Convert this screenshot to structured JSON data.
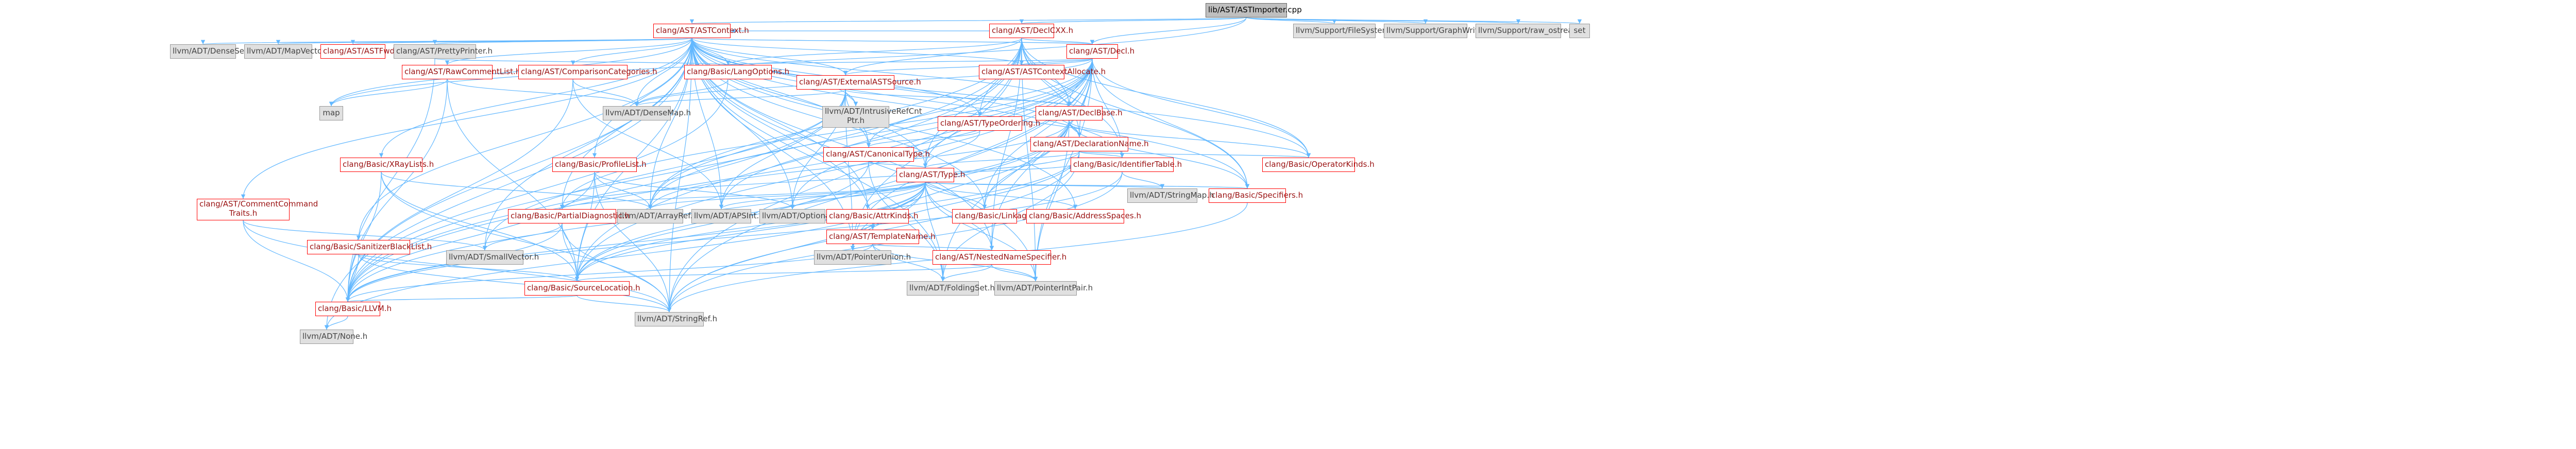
{
  "nodes": {
    "root": {
      "label": "lib/AST/ASTImporter.cpp",
      "kind": "root"
    },
    "ASTContext": {
      "label": "clang/AST/ASTContext.h",
      "kind": "red"
    },
    "DeclCXX": {
      "label": "clang/AST/DeclCXX.h",
      "kind": "red"
    },
    "FileSystem": {
      "label": "llvm/Support/FileSystem.h",
      "kind": "gray"
    },
    "GraphWriter": {
      "label": "llvm/Support/GraphWriter.h",
      "kind": "gray"
    },
    "raw_ostream": {
      "label": "llvm/Support/raw_ostream.h",
      "kind": "gray"
    },
    "set": {
      "label": "set",
      "kind": "gray"
    },
    "DenseSet": {
      "label": "llvm/ADT/DenseSet.h",
      "kind": "gray"
    },
    "MapVector": {
      "label": "llvm/ADT/MapVector.h",
      "kind": "gray"
    },
    "ASTFwd": {
      "label": "clang/AST/ASTFwd.h",
      "kind": "red"
    },
    "PrettyPrinter": {
      "label": "clang/AST/PrettyPrinter.h",
      "kind": "gray"
    },
    "RawCommentList": {
      "label": "clang/AST/RawCommentList.h",
      "kind": "red"
    },
    "ComparisonCategories": {
      "label": "clang/AST/ComparisonCategories.h",
      "kind": "red"
    },
    "LangOptions": {
      "label": "clang/Basic/LangOptions.h",
      "kind": "red"
    },
    "Decl": {
      "label": "clang/AST/Decl.h",
      "kind": "red"
    },
    "ExternalASTSource": {
      "label": "clang/AST/ExternalASTSource.h",
      "kind": "red"
    },
    "ASTContextAllocate": {
      "label": "clang/AST/ASTContextAllocate.h",
      "kind": "red"
    },
    "DeclBase": {
      "label": "clang/AST/DeclBase.h",
      "kind": "red"
    },
    "TypeOrdering": {
      "label": "clang/AST/TypeOrdering.h",
      "kind": "red"
    },
    "IntrusiveRefCntPtr": {
      "label": "llvm/ADT/IntrusiveRefCnt Ptr.h",
      "kind": "gray"
    },
    "DeclarationName": {
      "label": "clang/AST/DeclarationName.h",
      "kind": "red"
    },
    "CanonicalType": {
      "label": "clang/AST/CanonicalType.h",
      "kind": "red"
    },
    "map": {
      "label": "map",
      "kind": "gray"
    },
    "DenseMap": {
      "label": "llvm/ADT/DenseMap.h",
      "kind": "gray"
    },
    "XRayLists": {
      "label": "clang/Basic/XRayLists.h",
      "kind": "red"
    },
    "ProfileList": {
      "label": "clang/Basic/ProfileList.h",
      "kind": "red"
    },
    "CommentCommandTraits": {
      "label": "clang/AST/CommentCommand Traits.h",
      "kind": "red"
    },
    "SanitizerBlacklist": {
      "label": "clang/Basic/SanitizerBlackList.h",
      "kind": "red"
    },
    "PartialDiagnostic": {
      "label": "clang/Basic/PartialDiagnostic.h",
      "kind": "red"
    },
    "AttrKinds": {
      "label": "clang/Basic/AttrKinds.h",
      "kind": "red"
    },
    "Type": {
      "label": "clang/AST/Type.h",
      "kind": "red"
    },
    "IdentifierTable": {
      "label": "clang/Basic/IdentifierTable.h",
      "kind": "red"
    },
    "OperatorKinds": {
      "label": "clang/Basic/OperatorKinds.h",
      "kind": "red"
    },
    "TemplateName": {
      "label": "clang/AST/TemplateName.h",
      "kind": "red"
    },
    "Linkage": {
      "label": "clang/Basic/Linkage.h",
      "kind": "red"
    },
    "AddressSpaces": {
      "label": "clang/Basic/AddressSpaces.h",
      "kind": "red"
    },
    "Specifiers": {
      "label": "clang/Basic/Specifiers.h",
      "kind": "red"
    },
    "StringMap": {
      "label": "llvm/ADT/StringMap.h",
      "kind": "gray"
    },
    "NestedNameSpecifier": {
      "label": "clang/AST/NestedNameSpecifier.h",
      "kind": "red"
    },
    "SmallVector": {
      "label": "llvm/ADT/SmallVector.h",
      "kind": "gray"
    },
    "PointerUnion": {
      "label": "llvm/ADT/PointerUnion.h",
      "kind": "gray"
    },
    "ArrayRef": {
      "label": "llvm/ADT/ArrayRef.h",
      "kind": "gray"
    },
    "APSInt": {
      "label": "llvm/ADT/APSInt.h",
      "kind": "gray"
    },
    "Optional": {
      "label": "llvm/ADT/Optional.h",
      "kind": "gray"
    },
    "SourceLocation": {
      "label": "clang/Basic/SourceLocation.h",
      "kind": "red"
    },
    "FoldingSet": {
      "label": "llvm/ADT/FoldingSet.h",
      "kind": "gray"
    },
    "PointerIntPair": {
      "label": "llvm/ADT/PointerIntPair.h",
      "kind": "gray"
    },
    "LLVM": {
      "label": "clang/Basic/LLVM.h",
      "kind": "red"
    },
    "StringRef": {
      "label": "llvm/ADT/StringRef.h",
      "kind": "gray"
    },
    "None": {
      "label": "llvm/ADT/None.h",
      "kind": "gray"
    }
  },
  "edges": [
    [
      "root",
      "ASTContext"
    ],
    [
      "root",
      "DeclCXX"
    ],
    [
      "root",
      "FileSystem"
    ],
    [
      "root",
      "GraphWriter"
    ],
    [
      "root",
      "raw_ostream"
    ],
    [
      "root",
      "set"
    ],
    [
      "root",
      "Decl"
    ],
    [
      "root",
      "map"
    ],
    [
      "ASTContext",
      "DenseSet"
    ],
    [
      "ASTContext",
      "MapVector"
    ],
    [
      "ASTContext",
      "ASTFwd"
    ],
    [
      "ASTContext",
      "PrettyPrinter"
    ],
    [
      "ASTContext",
      "RawCommentList"
    ],
    [
      "ASTContext",
      "ComparisonCategories"
    ],
    [
      "ASTContext",
      "LangOptions"
    ],
    [
      "ASTContext",
      "Decl"
    ],
    [
      "ASTContext",
      "ExternalASTSource"
    ],
    [
      "ASTContext",
      "ASTContextAllocate"
    ],
    [
      "ASTContext",
      "DeclBase"
    ],
    [
      "ASTContext",
      "TypeOrdering"
    ],
    [
      "ASTContext",
      "IntrusiveRefCntPtr"
    ],
    [
      "ASTContext",
      "DeclarationName"
    ],
    [
      "ASTContext",
      "CanonicalType"
    ],
    [
      "ASTContext",
      "map"
    ],
    [
      "ASTContext",
      "DenseMap"
    ],
    [
      "ASTContext",
      "XRayLists"
    ],
    [
      "ASTContext",
      "ProfileList"
    ],
    [
      "ASTContext",
      "CommentCommandTraits"
    ],
    [
      "ASTContext",
      "SanitizerBlacklist"
    ],
    [
      "ASTContext",
      "PartialDiagnostic"
    ],
    [
      "ASTContext",
      "AttrKinds"
    ],
    [
      "ASTContext",
      "Type"
    ],
    [
      "ASTContext",
      "IdentifierTable"
    ],
    [
      "ASTContext",
      "OperatorKinds"
    ],
    [
      "ASTContext",
      "TemplateName"
    ],
    [
      "ASTContext",
      "Linkage"
    ],
    [
      "ASTContext",
      "AddressSpaces"
    ],
    [
      "ASTContext",
      "Specifiers"
    ],
    [
      "ASTContext",
      "NestedNameSpecifier"
    ],
    [
      "ASTContext",
      "SmallVector"
    ],
    [
      "ASTContext",
      "PointerUnion"
    ],
    [
      "ASTContext",
      "ArrayRef"
    ],
    [
      "ASTContext",
      "APSInt"
    ],
    [
      "ASTContext",
      "Optional"
    ],
    [
      "ASTContext",
      "SourceLocation"
    ],
    [
      "ASTContext",
      "FoldingSet"
    ],
    [
      "ASTContext",
      "PointerIntPair"
    ],
    [
      "ASTContext",
      "LLVM"
    ],
    [
      "ASTContext",
      "StringRef"
    ],
    [
      "ASTContext",
      "None"
    ],
    [
      "DeclCXX",
      "Decl"
    ],
    [
      "DeclCXX",
      "DeclBase"
    ],
    [
      "DeclCXX",
      "ASTContext"
    ],
    [
      "DeclCXX",
      "TypeOrdering"
    ],
    [
      "DeclCXX",
      "ExternalASTSource"
    ],
    [
      "DeclCXX",
      "DeclarationName"
    ],
    [
      "DeclCXX",
      "Type"
    ],
    [
      "DeclCXX",
      "NestedNameSpecifier"
    ],
    [
      "DeclCXX",
      "LLVM"
    ],
    [
      "DeclCXX",
      "SourceLocation"
    ],
    [
      "DeclCXX",
      "LangOptions"
    ],
    [
      "DeclCXX",
      "Specifiers"
    ],
    [
      "DeclCXX",
      "OperatorKinds"
    ],
    [
      "DeclCXX",
      "IdentifierTable"
    ],
    [
      "DeclCXX",
      "ArrayRef"
    ],
    [
      "DeclCXX",
      "PointerIntPair"
    ],
    [
      "DeclCXX",
      "PointerUnion"
    ],
    [
      "DeclCXX",
      "StringRef"
    ],
    [
      "Decl",
      "ASTContextAllocate"
    ],
    [
      "Decl",
      "DeclBase"
    ],
    [
      "Decl",
      "DeclarationName"
    ],
    [
      "Decl",
      "ExternalASTSource"
    ],
    [
      "Decl",
      "NestedNameSpecifier"
    ],
    [
      "Decl",
      "Type"
    ],
    [
      "Decl",
      "IdentifierTable"
    ],
    [
      "Decl",
      "LangOptions"
    ],
    [
      "Decl",
      "Linkage"
    ],
    [
      "Decl",
      "OperatorKinds"
    ],
    [
      "Decl",
      "PartialDiagnostic"
    ],
    [
      "Decl",
      "SourceLocation"
    ],
    [
      "Decl",
      "Specifiers"
    ],
    [
      "Decl",
      "ArrayRef"
    ],
    [
      "Decl",
      "APSInt"
    ],
    [
      "Decl",
      "Optional"
    ],
    [
      "Decl",
      "PointerIntPair"
    ],
    [
      "Decl",
      "PointerUnion"
    ],
    [
      "Decl",
      "StringRef"
    ],
    [
      "Decl",
      "LLVM"
    ],
    [
      "Decl",
      "CanonicalType"
    ],
    [
      "Decl",
      "DenseMap"
    ],
    [
      "Decl",
      "FoldingSet"
    ],
    [
      "ExternalASTSource",
      "CanonicalType"
    ],
    [
      "ExternalASTSource",
      "DeclBase"
    ],
    [
      "ExternalASTSource",
      "LLVM"
    ],
    [
      "ExternalASTSource",
      "ArrayRef"
    ],
    [
      "ExternalASTSource",
      "DenseMap"
    ],
    [
      "ExternalASTSource",
      "IntrusiveRefCntPtr"
    ],
    [
      "ExternalASTSource",
      "Optional"
    ],
    [
      "ExternalASTSource",
      "PointerUnion"
    ],
    [
      "ExternalASTSource",
      "SmallVector"
    ],
    [
      "ExternalASTSource",
      "APSInt"
    ],
    [
      "DeclBase",
      "ASTDumperUtils"
    ],
    [
      "DeclBase",
      "DeclarationName"
    ],
    [
      "DeclBase",
      "Specifiers"
    ],
    [
      "DeclBase",
      "LLVM"
    ],
    [
      "DeclBase",
      "SourceLocation"
    ],
    [
      "DeclBase",
      "ArrayRef"
    ],
    [
      "DeclBase",
      "PointerIntPair"
    ],
    [
      "DeclBase",
      "PointerUnion"
    ],
    [
      "DeclBase",
      "OperatorKinds"
    ],
    [
      "DeclBase",
      "Linkage"
    ],
    [
      "TypeOrdering",
      "CanonicalType"
    ],
    [
      "TypeOrdering",
      "Type"
    ],
    [
      "DeclarationName",
      "IdentifierTable"
    ],
    [
      "DeclarationName",
      "Type"
    ],
    [
      "DeclarationName",
      "OperatorKinds"
    ],
    [
      "DeclarationName",
      "PartialDiagnostic"
    ],
    [
      "DeclarationName",
      "SourceLocation"
    ],
    [
      "DeclarationName",
      "FoldingSet"
    ],
    [
      "DeclarationName",
      "PointerUnion"
    ],
    [
      "DeclarationName",
      "StringRef"
    ],
    [
      "CanonicalType",
      "Type"
    ],
    [
      "CanonicalType",
      "SourceLocation"
    ],
    [
      "CanonicalType",
      "FoldingSet"
    ],
    [
      "Type",
      "AttrKinds"
    ],
    [
      "Type",
      "Linkage"
    ],
    [
      "Type",
      "AddressSpaces"
    ],
    [
      "Type",
      "Specifiers"
    ],
    [
      "Type",
      "TemplateName"
    ],
    [
      "Type",
      "NestedNameSpecifier"
    ],
    [
      "Type",
      "PartialDiagnostic"
    ],
    [
      "Type",
      "SourceLocation"
    ],
    [
      "Type",
      "LLVM"
    ],
    [
      "Type",
      "APSInt"
    ],
    [
      "Type",
      "ArrayRef"
    ],
    [
      "Type",
      "Optional"
    ],
    [
      "Type",
      "FoldingSet"
    ],
    [
      "Type",
      "PointerIntPair"
    ],
    [
      "Type",
      "PointerUnion"
    ],
    [
      "Type",
      "StringRef"
    ],
    [
      "Type",
      "None"
    ],
    [
      "Type",
      "StringMap"
    ],
    [
      "Type",
      "IdentifierTable"
    ],
    [
      "TemplateName",
      "NestedNameSpecifier"
    ],
    [
      "TemplateName",
      "LLVM"
    ],
    [
      "TemplateName",
      "FoldingSet"
    ],
    [
      "TemplateName",
      "PointerIntPair"
    ],
    [
      "TemplateName",
      "PointerUnion"
    ],
    [
      "NestedNameSpecifier",
      "SourceLocation"
    ],
    [
      "NestedNameSpecifier",
      "FoldingSet"
    ],
    [
      "NestedNameSpecifier",
      "PointerIntPair"
    ],
    [
      "IdentifierTable",
      "LLVM"
    ],
    [
      "IdentifierTable",
      "StringMap"
    ],
    [
      "IdentifierTable",
      "StringRef"
    ],
    [
      "LangOptions",
      "LLVM"
    ],
    [
      "LangOptions",
      "DenseMap"
    ],
    [
      "XRayLists",
      "LLVM"
    ],
    [
      "XRayLists",
      "SourceLocation"
    ],
    [
      "XRayLists",
      "ArrayRef"
    ],
    [
      "XRayLists",
      "StringRef"
    ],
    [
      "ProfileList",
      "LLVM"
    ],
    [
      "ProfileList",
      "SourceLocation"
    ],
    [
      "ProfileList",
      "ArrayRef"
    ],
    [
      "ProfileList",
      "Optional"
    ],
    [
      "ProfileList",
      "StringRef"
    ],
    [
      "SanitizerBlacklist",
      "LLVM"
    ],
    [
      "SanitizerBlacklist",
      "SourceLocation"
    ],
    [
      "SanitizerBlacklist",
      "StringRef"
    ],
    [
      "PartialDiagnostic",
      "SourceLocation"
    ],
    [
      "PartialDiagnostic",
      "LLVM"
    ],
    [
      "PartialDiagnostic",
      "StringRef"
    ],
    [
      "PartialDiagnostic",
      "SmallVector"
    ],
    [
      "CommentCommandTraits",
      "LLVM"
    ],
    [
      "CommentCommandTraits",
      "SmallVector"
    ],
    [
      "CommentCommandTraits",
      "StringRef"
    ],
    [
      "RawCommentList",
      "SourceLocation"
    ],
    [
      "RawCommentList",
      "LLVM"
    ],
    [
      "RawCommentList",
      "DenseMap"
    ],
    [
      "RawCommentList",
      "map"
    ],
    [
      "ComparisonCategories",
      "LLVM"
    ],
    [
      "ComparisonCategories",
      "APSInt"
    ],
    [
      "ComparisonCategories",
      "DenseMap"
    ],
    [
      "PrettyPrinter",
      "LLVM"
    ],
    [
      "PrettyPrinter",
      "LangOptions"
    ],
    [
      "SourceLocation",
      "LLVM"
    ],
    [
      "SourceLocation",
      "StringRef"
    ],
    [
      "LLVM",
      "None"
    ],
    [
      "Specifiers",
      "StringRef"
    ]
  ]
}
